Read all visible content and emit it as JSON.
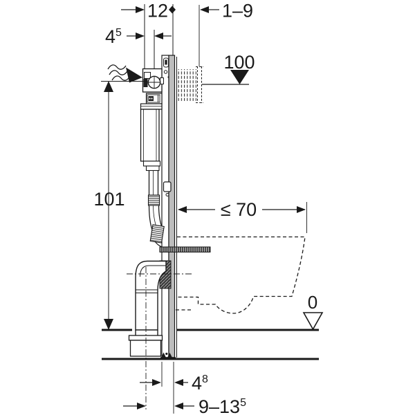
{
  "drawing": {
    "type": "technical-dimension-drawing",
    "subject": "wall-hung-toilet-installation-element-side-view"
  },
  "labels": {
    "dim_depth": "12",
    "dim_wall_finish": "1–9",
    "dim_supply_main": "4",
    "dim_supply_sup": "5",
    "level_top": "100",
    "dim_height": "101",
    "dim_bowl_depth": "≤ 70",
    "level_floor": "0",
    "dim_outlet_wall_main": "4",
    "dim_outlet_wall_sup": "8",
    "dim_outlet_center_main": "9–13",
    "dim_outlet_center_sup": "5"
  },
  "icons": {
    "water_supply": "wavy-flow-arrow",
    "level_marker_top": "filled-triangle-down",
    "level_marker_floor": "open-triangle-down"
  },
  "colors": {
    "line": "#1a1a1a",
    "rail_gray": "#bdbdbd",
    "background": "#ffffff"
  }
}
